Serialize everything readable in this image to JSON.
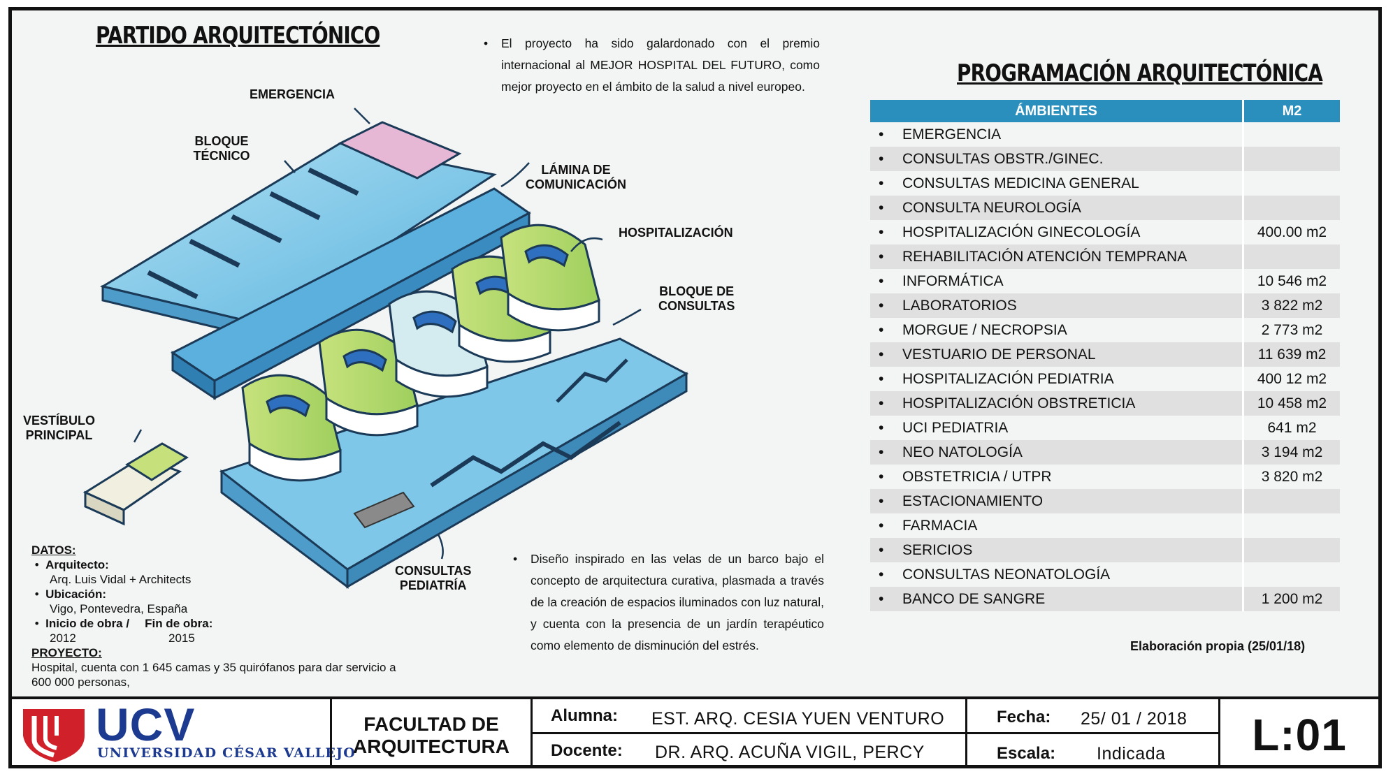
{
  "left": {
    "title": "PARTIDO ARQUITECTÓNICO",
    "paragraph1": "El proyecto ha sido galardonado con el premio internacional al MEJOR HOSPITAL DEL FUTURO, como mejor proyecto en el ámbito de la salud a nivel europeo.",
    "labels": {
      "emergencia": "EMERGENCIA",
      "bloque_tecnico_1": "BLOQUE",
      "bloque_tecnico_2": "TÉCNICO",
      "lamina_1": "LÁMINA DE",
      "lamina_2": "COMUNICACIÓN",
      "hospitalizacion": "HOSPITALIZACIÓN",
      "bloque_consultas_1": "BLOQUE DE",
      "bloque_consultas_2": "CONSULTAS",
      "vestibulo_1": "VESTÍBULO",
      "vestibulo_2": "PRINCIPAL",
      "consultas_ped_1": "CONSULTAS",
      "consultas_ped_2": "PEDIATRÍA"
    },
    "datos": {
      "heading": "DATOS:",
      "arquitecto_label": "Arquitecto:",
      "arquitecto_value": "Arq. Luis Vidal + Architects",
      "ubicacion_label": "Ubicación:",
      "ubicacion_value": "Vigo, Pontevedra, España",
      "inicio_label": "Inicio de obra /",
      "fin_label": "Fin de obra:",
      "inicio_value": "2012",
      "fin_value": "2015",
      "proyecto_heading": "PROYECTO:",
      "proyecto_line1": "Hospital, cuenta con 1 645 camas y 35 quirófanos para dar servicio a",
      "proyecto_line2": "600 000 personas,"
    },
    "paragraph2": "Diseño inspirado en las velas de un barco bajo el concepto de arquitectura curativa, plasmada a través de la creación de espacios iluminados con luz natural, y cuenta con la presencia de un jardín terapéutico como elemento de disminución del estrés."
  },
  "right": {
    "title": "PROGRAMACIÓN ARQUITECTÓNICA",
    "col_ambientes": "ÁMBIENTES",
    "col_m2": "M2",
    "rows": [
      {
        "name": "EMERGENCIA",
        "m2": ""
      },
      {
        "name": "CONSULTAS OBSTR./GINEC.",
        "m2": ""
      },
      {
        "name": "CONSULTAS MEDICINA GENERAL",
        "m2": ""
      },
      {
        "name": "CONSULTA NEUROLOGÍA",
        "m2": ""
      },
      {
        "name": "HOSPITALIZACIÓN GINECOLOGÍA",
        "m2": "400.00 m2"
      },
      {
        "name": "REHABILITACIÓN ATENCIÓN TEMPRANA",
        "m2": ""
      },
      {
        "name": "INFORMÁTICA",
        "m2": "10 546 m2"
      },
      {
        "name": "LABORATORIOS",
        "m2": "3 822 m2"
      },
      {
        "name": "MORGUE / NECROPSIA",
        "m2": "2 773 m2"
      },
      {
        "name": "VESTUARIO DE PERSONAL",
        "m2": "11 639 m2"
      },
      {
        "name": "HOSPITALIZACIÓN PEDIATRIA",
        "m2": "400 12 m2"
      },
      {
        "name": "HOSPITALIZACIÓN OBSTRETICIA",
        "m2": "10 458 m2"
      },
      {
        "name": "UCI PEDIATRIA",
        "m2": "641 m2"
      },
      {
        "name": "NEO NATOLOGÍA",
        "m2": "3 194 m2"
      },
      {
        "name": "OBSTETRICIA / UTPR",
        "m2": "3 820 m2"
      },
      {
        "name": "ESTACIONAMIENTO",
        "m2": ""
      },
      {
        "name": "FARMACIA",
        "m2": ""
      },
      {
        "name": "SERICIOS",
        "m2": ""
      },
      {
        "name": "CONSULTAS NEONATOLOGÍA",
        "m2": ""
      },
      {
        "name": "BANCO DE SANGRE",
        "m2": "1 200 m2"
      }
    ],
    "source_note": "Elaboración propia (25/01/18)"
  },
  "title_block": {
    "logo_text": "UCV",
    "university": "UNIVERSIDAD CÉSAR VALLEJO",
    "faculty_line1": "FACULTAD DE",
    "faculty_line2": "ARQUITECTURA",
    "alumna_label": "Alumna:",
    "alumna_value": "EST. ARQ. CESIA YUEN VENTURO",
    "docente_label": "Docente:",
    "docente_value": "DR. ARQ. ACUÑA VIGIL, PERCY",
    "fecha_label": "Fecha:",
    "fecha_value": "25/ 01 / 2018",
    "escala_label": "Escala:",
    "escala_value": "Indicada",
    "sheet_number": "L:01",
    "brand_red": "#d0202a",
    "brand_blue": "#1c3a8f"
  }
}
